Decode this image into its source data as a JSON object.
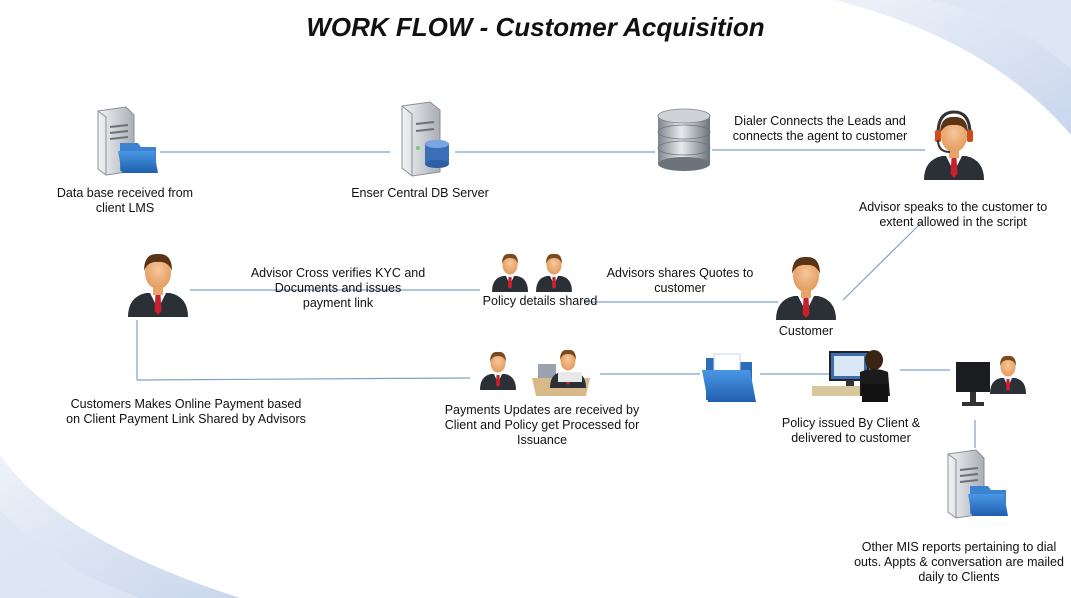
{
  "title": "WORK FLOW - Customer Acquisition",
  "colors": {
    "connector": "#6f93c4",
    "corner_decor": "#c5d3ea",
    "suit": "#2b2f36",
    "tie": "#c8202c",
    "folder": "#2e75c5",
    "server": "#d9dde2"
  },
  "labels": {
    "db_received": "Data base received from client LMS",
    "central_db": "Enser  Central DB Server",
    "dialer": "Dialer Connects  the Leads and connects the agent to customer",
    "advisor_speaks": "Advisor speaks to the customer to extent allowed in the script",
    "cross_verifies": "Advisor Cross verifies KYC and Documents and issues payment link",
    "policy_details": "Policy details shared",
    "quotes": "Advisors shares Quotes to customer",
    "customer": "Customer",
    "online_payment": "Customers Makes Online Payment based on Client Payment Link Shared by Advisors",
    "payments_updates": "Payments Updates are received by Client and Policy get Processed for Issuance",
    "policy_issued": "Policy issued By Client  & delivered to customer",
    "mis_reports": "Other MIS  reports pertaining to  dial outs. Appts  & conversation are mailed daily to Clients"
  },
  "icons": {
    "client_server": "server-with-folder-icon",
    "central_server": "database-server-icon",
    "dialer_db": "database-stack-icon",
    "agent": "headset-agent-icon",
    "advisor": "advisor-person-icon",
    "advisors_pair": "two-businessmen-icon",
    "customer": "customer-person-icon",
    "payment_group": "businessman-and-office-worker-icon",
    "folder": "folder-icon",
    "policy_worker": "office-worker-computer-icon",
    "mis_worker": "worker-at-monitor-icon",
    "mis_server": "server-with-folder-icon"
  }
}
